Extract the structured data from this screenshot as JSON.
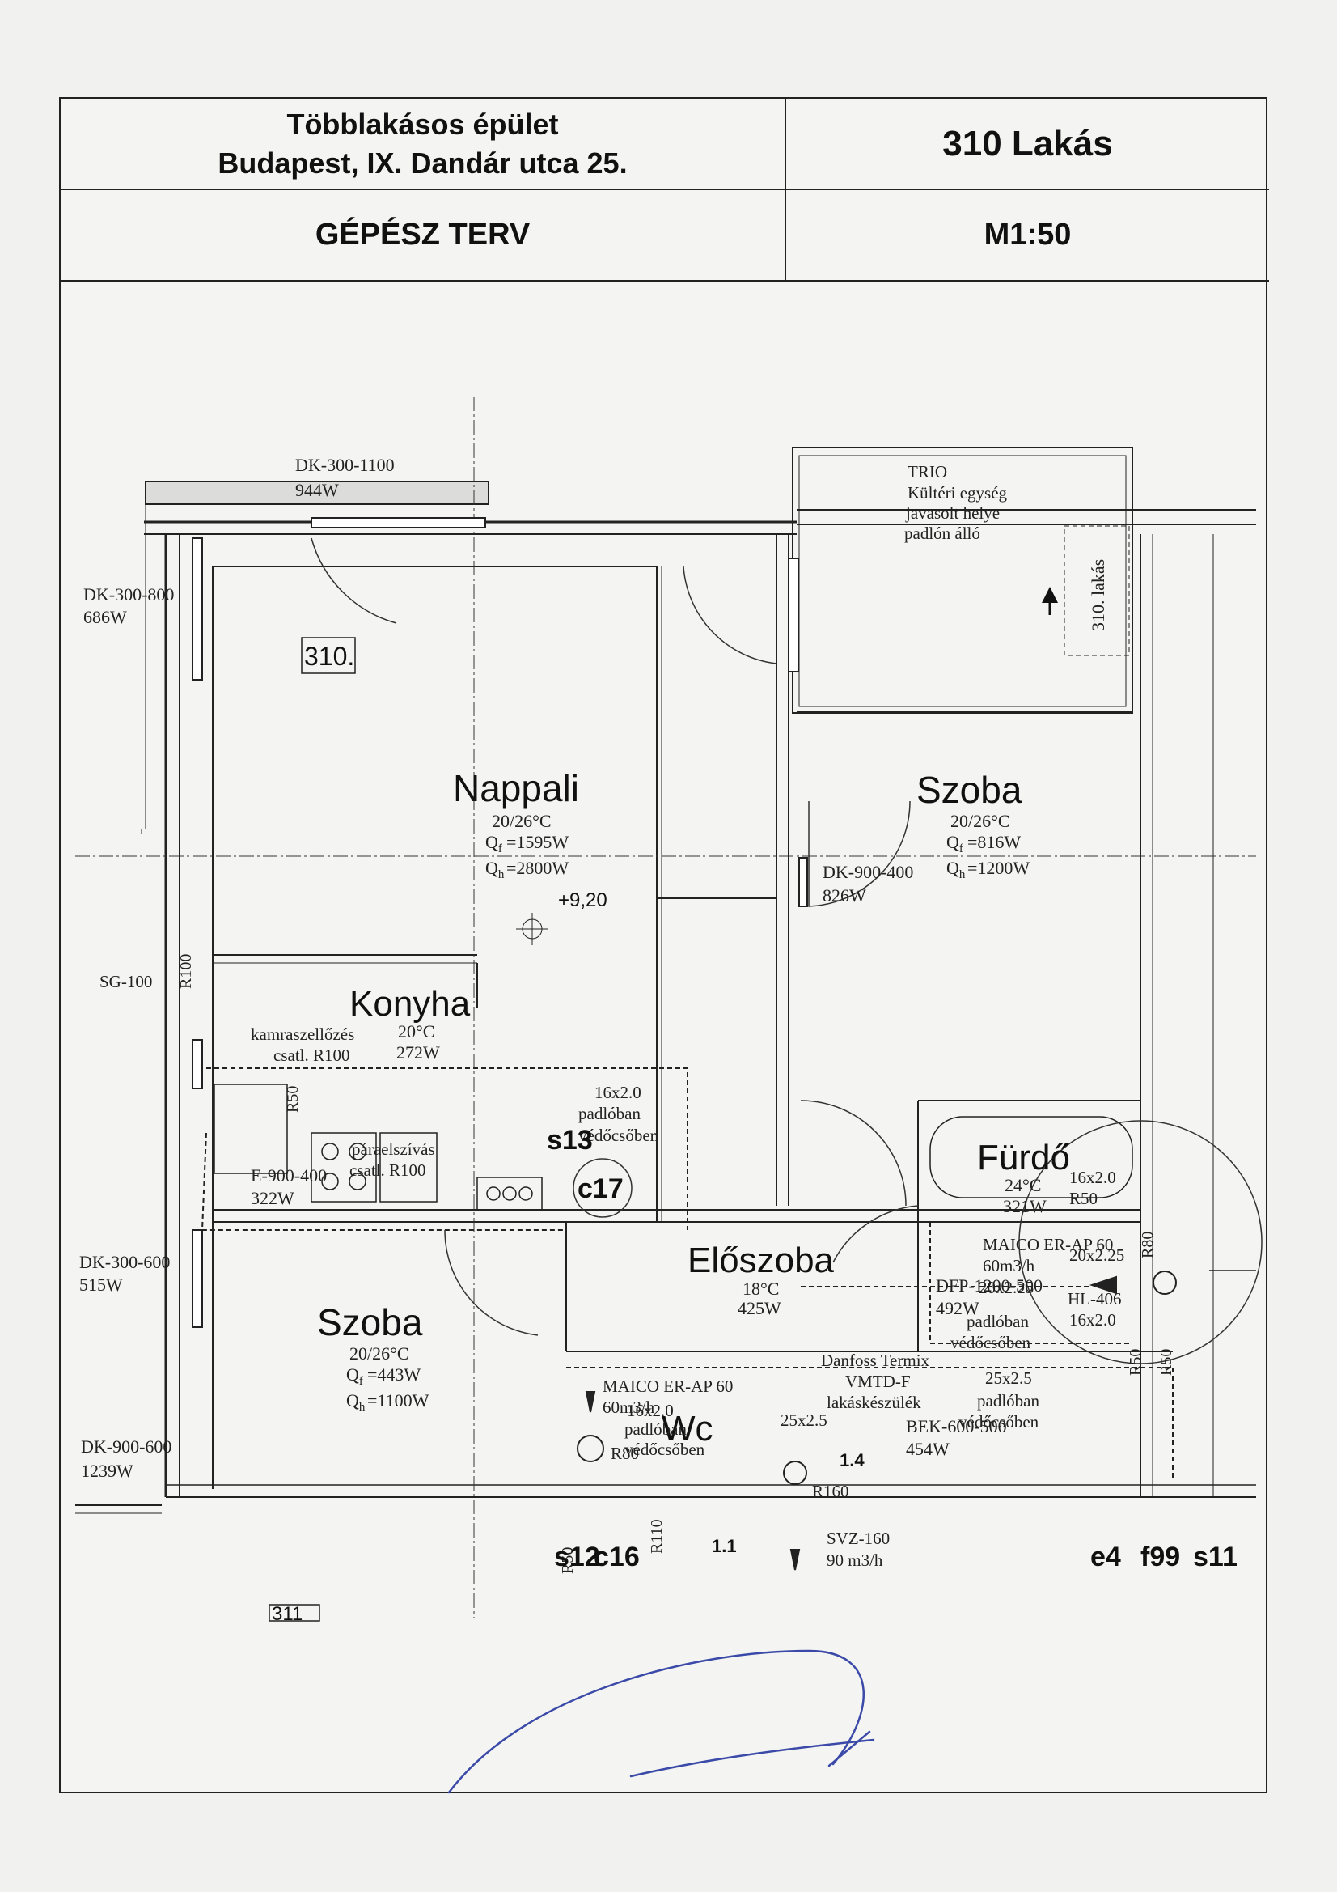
{
  "title_block": {
    "building_line1": "Többlakásos épület",
    "building_line2": "Budapest, IX. Dandár utca 25.",
    "unit": "310 Lakás",
    "discipline": "GÉPÉSZ TERV",
    "scale": "M1:50"
  },
  "rooms": {
    "nappali": {
      "name": "Nappali",
      "temp": "20/26°C",
      "qf": "=1595W",
      "qh": "=2800W"
    },
    "szoba_ne": {
      "name": "Szoba",
      "temp": "20/26°C",
      "qf": "=816W",
      "qh": "=1200W"
    },
    "konyha": {
      "name": "Konyha",
      "temp": "20°C",
      "power": "272W"
    },
    "szoba_sw": {
      "name": "Szoba",
      "temp": "20/26°C",
      "qf": "=443W",
      "qh": "=1100W"
    },
    "furdo": {
      "name": "Fürdő",
      "temp": "24°C",
      "power": "321W"
    },
    "eloszoba": {
      "name": "Előszoba",
      "temp": "18°C",
      "power": "425W"
    },
    "wc": {
      "name": "Wc"
    }
  },
  "level_mark": "+9,20",
  "apartment_labels": {
    "main": "310.",
    "lower": "311",
    "balcony": "310. lakás"
  },
  "radiators": {
    "dk_300_1100": {
      "type": "DK-300-1100",
      "power": "944W"
    },
    "dk_300_800": {
      "type": "DK-300-800",
      "power": "686W"
    },
    "dk_900_400": {
      "type": "DK-900-400",
      "power": "826W"
    },
    "dk_300_600": {
      "type": "DK-300-600",
      "power": "515W"
    },
    "dk_900_600": {
      "type": "DK-900-600",
      "power": "1239W"
    },
    "e_900_400": {
      "type": "E-900-400",
      "power": "322W"
    },
    "dfp": {
      "type": "DFP-1200-500",
      "power": "492W"
    },
    "bek": {
      "type": "BEK-600-500",
      "power": "454W"
    }
  },
  "equipment": {
    "trio_1": "TRIO",
    "trio_2": "Kültéri egység",
    "trio_3": "javasolt helye",
    "trio_4": "padlón álló",
    "sg": "SG-100",
    "r100": "R100",
    "r50": "R50",
    "r80": "R80",
    "r110": "R110",
    "r160": "R160",
    "kamra_1": "kamraszellőzés",
    "kamra_2": "csatl. R100",
    "para_1": "páraelszívás",
    "para_2": "csatl. R100",
    "pipe_16": "16x2.0",
    "pipe_20": "20x2.25",
    "pipe_25": "25x2.5",
    "floor_1": "padlóban",
    "floor_2": "védőcsőben",
    "maico_bath": "MAICO ER-AP 60",
    "maico_wc": "MAICO ER-AP 60",
    "flow_60": "60m3/h",
    "hl": "HL-406",
    "danfoss_1": "Danfoss Termix",
    "danfoss_2": "VMTD-F",
    "danfoss_3": "lakáskészülék",
    "svz": "SVZ-160",
    "flow_90": "90 m3/h",
    "n14": "1.4",
    "n11": "1.1"
  },
  "tags": {
    "s13": "s13",
    "c17": "c17",
    "s12": "s12",
    "c16": "c16",
    "e4": "e4",
    "f99": "f99",
    "s11": "s11"
  }
}
